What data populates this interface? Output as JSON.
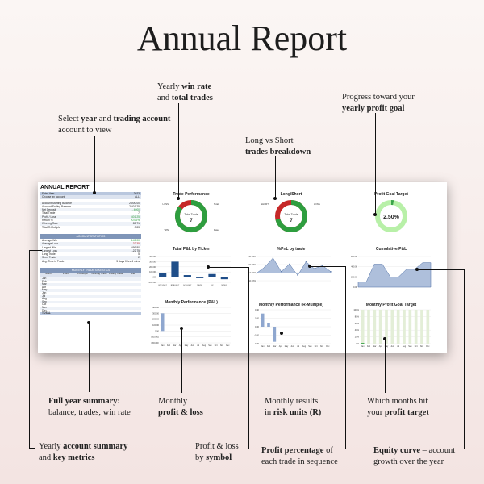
{
  "title": "Annual Report",
  "annotations": {
    "win_rate": {
      "pre": "Yearly ",
      "b1": "win rate",
      "mid": " and ",
      "b2": "total trades"
    },
    "select": {
      "pre": "Select ",
      "b1": "year",
      "mid": " and ",
      "b2": "trading account",
      "post": " to view"
    },
    "long_short": {
      "pre": "Long vs Short",
      "b1": "trades breakdown"
    },
    "goal": {
      "pre": "Progress toward your",
      "b1": "yearly profit goal"
    },
    "full_year": {
      "b1": "Full year summary:",
      "post": "balance, trades, win rate"
    },
    "monthly_pl": {
      "pre": "Monthly",
      "b1": "profit & loss"
    },
    "risk": {
      "pre": "Monthly results",
      "mid": "in ",
      "b1": "risk units (R)"
    },
    "target": {
      "pre": "Which months hit",
      "mid": "your ",
      "b1": "profit target"
    },
    "account_summary": {
      "pre": "Yearly ",
      "b1": "account summary",
      "mid": "and ",
      "b2": "key metrics"
    },
    "symbol": {
      "pre": "Profit & loss",
      "mid": "by ",
      "b1": "symbol"
    },
    "pct": {
      "b1": "Profit percentage",
      "post": " of",
      "line2": "each trade in sequence"
    },
    "equity": {
      "b1": "Equity curve",
      "post": " – account",
      "line2": "growth over the year"
    }
  },
  "report": {
    "heading": "ANNUAL REPORT",
    "selectors": [
      {
        "label": "Enter Year",
        "value": "2023"
      },
      {
        "label": "Choose an account",
        "value": "ALL"
      }
    ],
    "summary": [
      {
        "label": "Account Starting Balance",
        "value": "2,000.00"
      },
      {
        "label": "Account Ending Balance",
        "value": "2,401.25"
      },
      {
        "label": "Net Deposit",
        "value": "- 4000"
      },
      {
        "label": "Total Trade",
        "value": "7"
      },
      {
        "label": "Profit / Loss",
        "value": "401.25"
      },
      {
        "label": "Return %",
        "value": "20.06%"
      },
      {
        "label": "Winning Rate",
        "value": "85.71"
      },
      {
        "label": "Total R-Multiple",
        "value": "0.83"
      }
    ],
    "stats_header": "ACCOUNT STATISTICS",
    "stats": [
      {
        "label": "Average Win",
        "value": "145.00"
      },
      {
        "label": "Average Loss",
        "value": "-32.35"
      },
      {
        "label": "Largest Win",
        "value": "499.80"
      },
      {
        "label": "Largest Loss",
        "value": "-22.75"
      },
      {
        "label": "Long Trade",
        "value": "5"
      },
      {
        "label": "Short Trade",
        "value": "2"
      },
      {
        "label": "Avg. Time in Trade",
        "value": "5 days 0 hrs 4 mins"
      }
    ],
    "monthly_header": "MONTHLY TRADE STATISTICS",
    "monthly_cols": [
      "Month",
      "Profit",
      "R-Multiple",
      "Winning Trade",
      "Losing Trade",
      "B/E"
    ],
    "months": [
      "Jan",
      "Feb",
      "Mar",
      "Apr",
      "May",
      "Jun",
      "Jul",
      "Aug",
      "Sep",
      "Oct",
      "Nov",
      "Dec",
      "TOTAL"
    ]
  },
  "charts": {
    "trade_performance": {
      "title": "Trade Performance",
      "center_label": "Total Trade",
      "center_value": "7",
      "left_labels": [
        "LOSS",
        "WIN"
      ],
      "right_labels": [
        "Total",
        "Rate"
      ],
      "win_fraction": 0.857
    },
    "long_short": {
      "title": "Long/Short",
      "center_label": "Total Trade",
      "center_value": "7",
      "left_label": "SHORT",
      "right_label": "LONG",
      "long_fraction": 0.714
    },
    "profit_goal": {
      "title": "Profit Goal Target",
      "center_value": "2.50%",
      "fraction": 0.025
    },
    "pnl_ticker": {
      "title": "Total P&L by Ticker",
      "yticks": [
        "400.00",
        "300.00",
        "200.00",
        "100.00",
        "0.00",
        "-100.00"
      ],
      "ylim": [
        -100,
        400
      ],
      "categories": [
        "BTCUSDT",
        "BNBUSDT",
        "SOLUSDT",
        "MATIC",
        "DX",
        "NYBUX"
      ],
      "values": [
        80,
        300,
        40,
        -20,
        60,
        -40
      ]
    },
    "pnl_trade": {
      "title": "%PnL by trade",
      "yticks": [
        "20.00%",
        "10.00%",
        "0.00%",
        "-10.00%"
      ],
      "ylim": [
        -10,
        22
      ],
      "values": [
        0,
        8,
        20,
        2,
        12,
        -3,
        15,
        6,
        10,
        2
      ]
    },
    "cumulative": {
      "title": "Cumulative P&L",
      "yticks": [
        "600.00",
        "400.00",
        "200.00",
        "0.00"
      ],
      "ylim": [
        0,
        600
      ],
      "values": [
        100,
        100,
        450,
        450,
        200,
        200,
        350,
        350,
        480,
        480
      ]
    },
    "monthly_pl": {
      "title": "Monthly Performance (P&L)",
      "yticks": [
        "400.00",
        "300.00",
        "200.00",
        "100.00",
        "0.00",
        "(100.00)",
        "(200.00)"
      ],
      "ylim": [
        -200,
        400
      ],
      "months": [
        "Jan",
        "Feb",
        "Mar",
        "Apr",
        "May",
        "Jun",
        "Jul",
        "Aug",
        "Sep",
        "Oct",
        "Nov",
        "Dec"
      ],
      "values": [
        300,
        0,
        0,
        0,
        0,
        0,
        0,
        0,
        0,
        0,
        0,
        0
      ]
    },
    "monthly_r": {
      "title": "Monthly Performance (R-Multiple)",
      "yticks": [
        "0.40",
        "0.20",
        "0.00",
        "-0.20",
        "-0.40"
      ],
      "ylim": [
        -0.45,
        0.45
      ],
      "months": [
        "Jan",
        "Feb",
        "Mar",
        "Apr",
        "May",
        "Jun",
        "Jul",
        "Aug",
        "Sep",
        "Oct",
        "Nov",
        "Dec"
      ],
      "values": [
        0.35,
        0.1,
        -0.4,
        0,
        0,
        0,
        0,
        0,
        0,
        0,
        0,
        0
      ]
    },
    "profit_target": {
      "title": "Monthly Profit Goal Target",
      "yticks": [
        "100%",
        "80%",
        "60%",
        "40%",
        "20%",
        "0%"
      ],
      "ylim": [
        0,
        100
      ],
      "months": [
        "Jan",
        "Feb",
        "Mar",
        "Apr",
        "May",
        "Jun",
        "Jul",
        "Aug",
        "Sep",
        "Oct",
        "Nov",
        "Dec"
      ],
      "values": [
        100,
        100,
        100,
        100,
        100,
        100,
        100,
        100,
        100,
        100,
        100,
        100
      ],
      "achieved": [
        2,
        0,
        0,
        0,
        0,
        0,
        0,
        0,
        0,
        0,
        0,
        0
      ]
    }
  }
}
